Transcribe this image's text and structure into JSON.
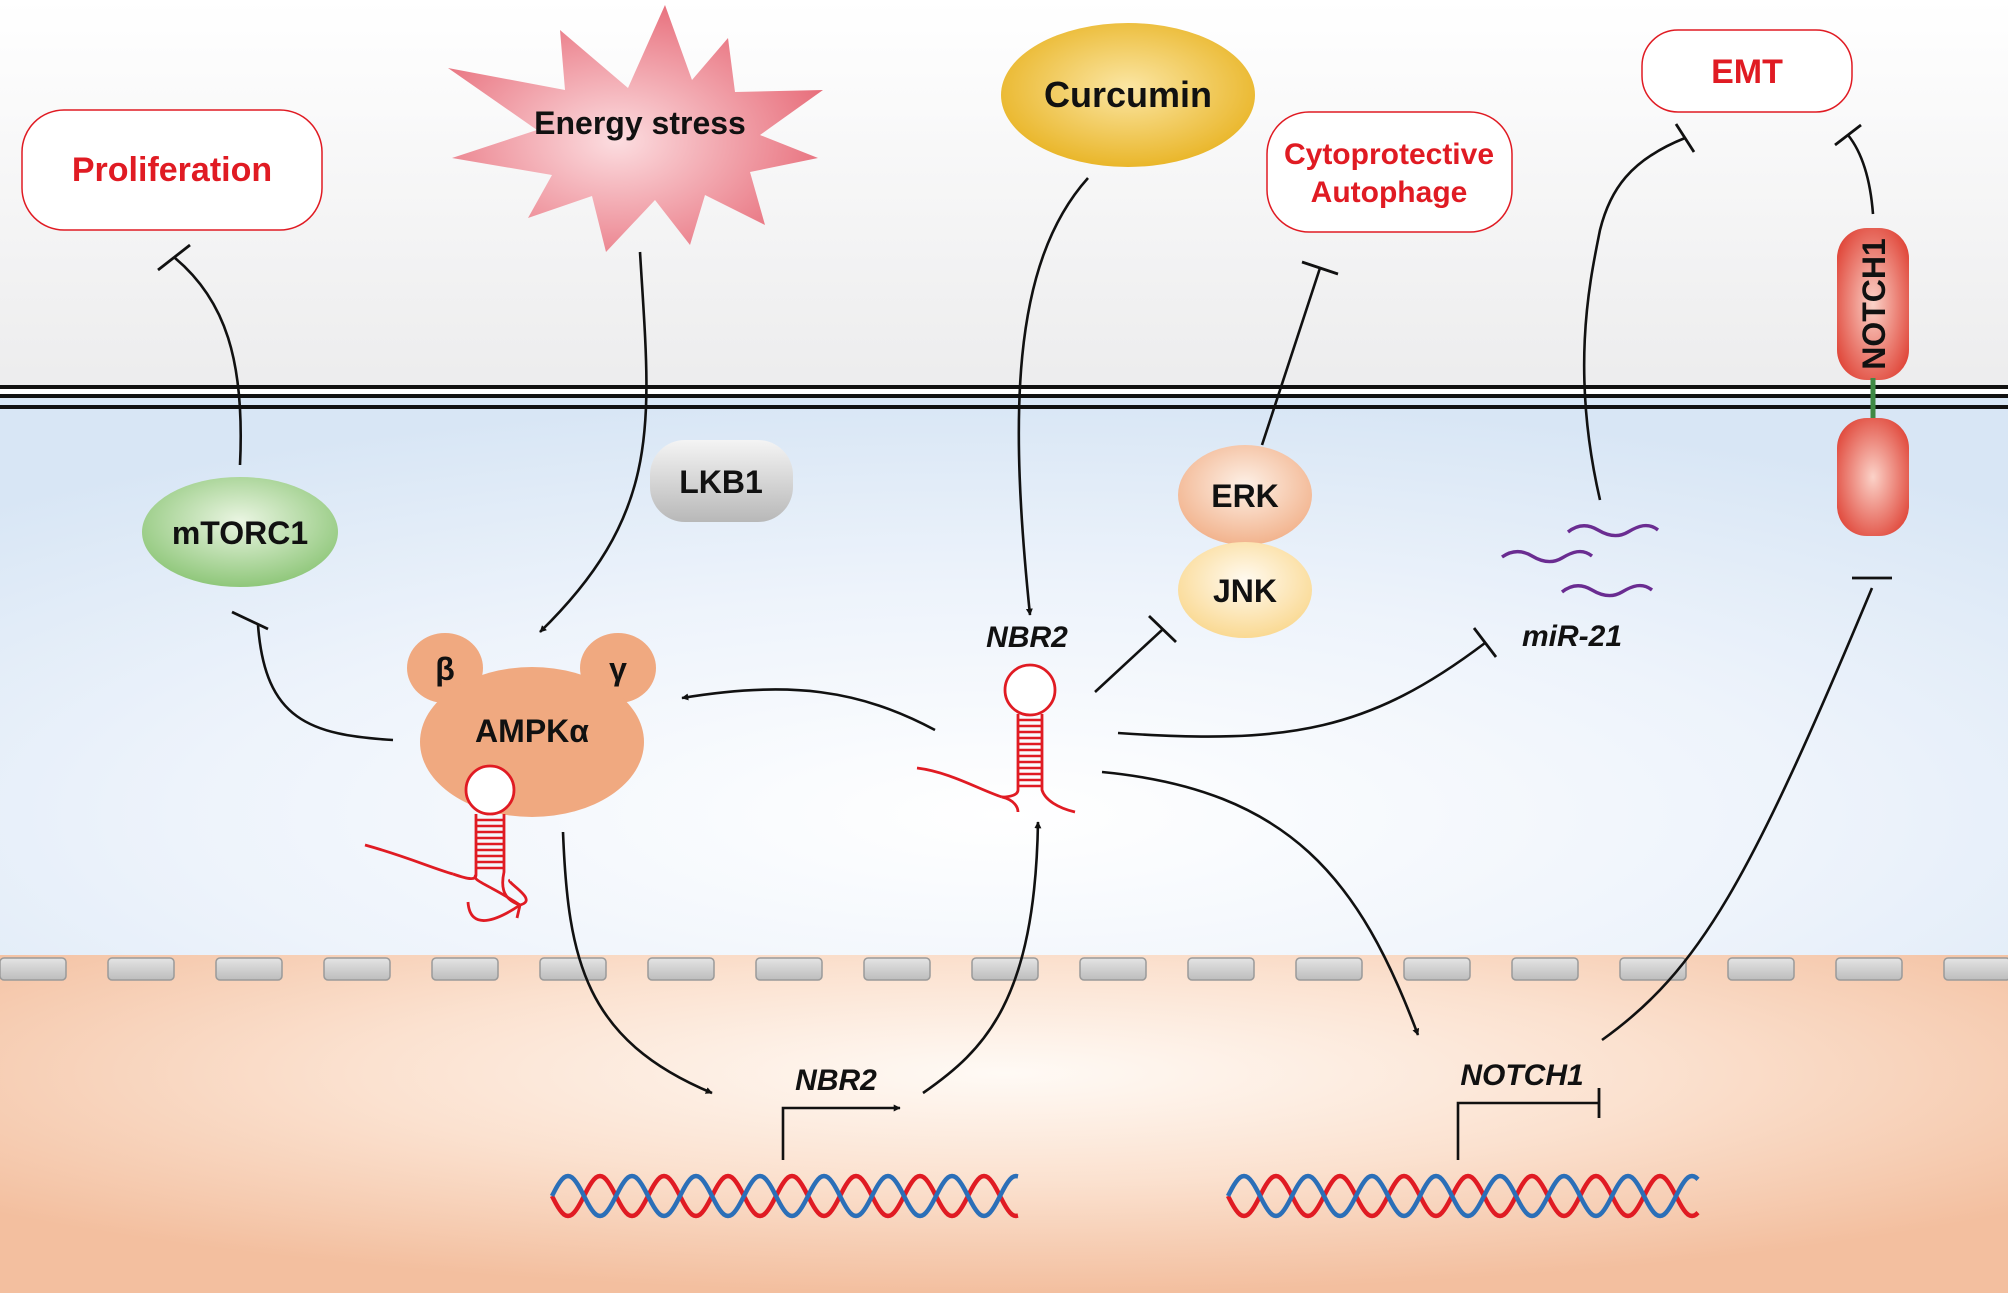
{
  "labels": {
    "proliferation": "Proliferation",
    "energy_stress": "Energy stress",
    "curcumin": "Curcumin",
    "autophage_line1": "Cytoprotective",
    "autophage_line2": "Autophage",
    "emt": "EMT",
    "notch1_receptor": "NOTCH1",
    "lkb1": "LKB1",
    "mtorc1": "mTORC1",
    "erk": "ERK",
    "jnk": "JNK",
    "mir21": "miR-21",
    "nbr2_cyto": "NBR2",
    "beta": "β",
    "gamma": "γ",
    "ampk": "AMPKα",
    "nbr2_gene": "NBR2",
    "notch1_gene": "NOTCH1"
  },
  "colors": {
    "phenotype_text": "#e01b23",
    "rna": "#e01b23",
    "mirna": "#6a2c91",
    "ampk": "#f0a980",
    "mtorc1": "#9fcf8c",
    "erk": "#f6c4a4",
    "jnk": "#fce6b0",
    "lkb1": "#c9c9c9",
    "curcumin": "#edbb2c",
    "energy_stress": "#e8737f",
    "notch1_receptor": "#e85a4a",
    "dna_red": "#e01b23",
    "dna_blue": "#2b6fb8",
    "cytoplasm": "#e3edf8",
    "nucleus": "#f6c6a8"
  },
  "icons": {
    "rna": "rna-hairpin-icon",
    "mirna": "mirna-strand-icon",
    "dna": "dna-helix-icon",
    "promoter": "transcription-start-arrow-icon"
  }
}
